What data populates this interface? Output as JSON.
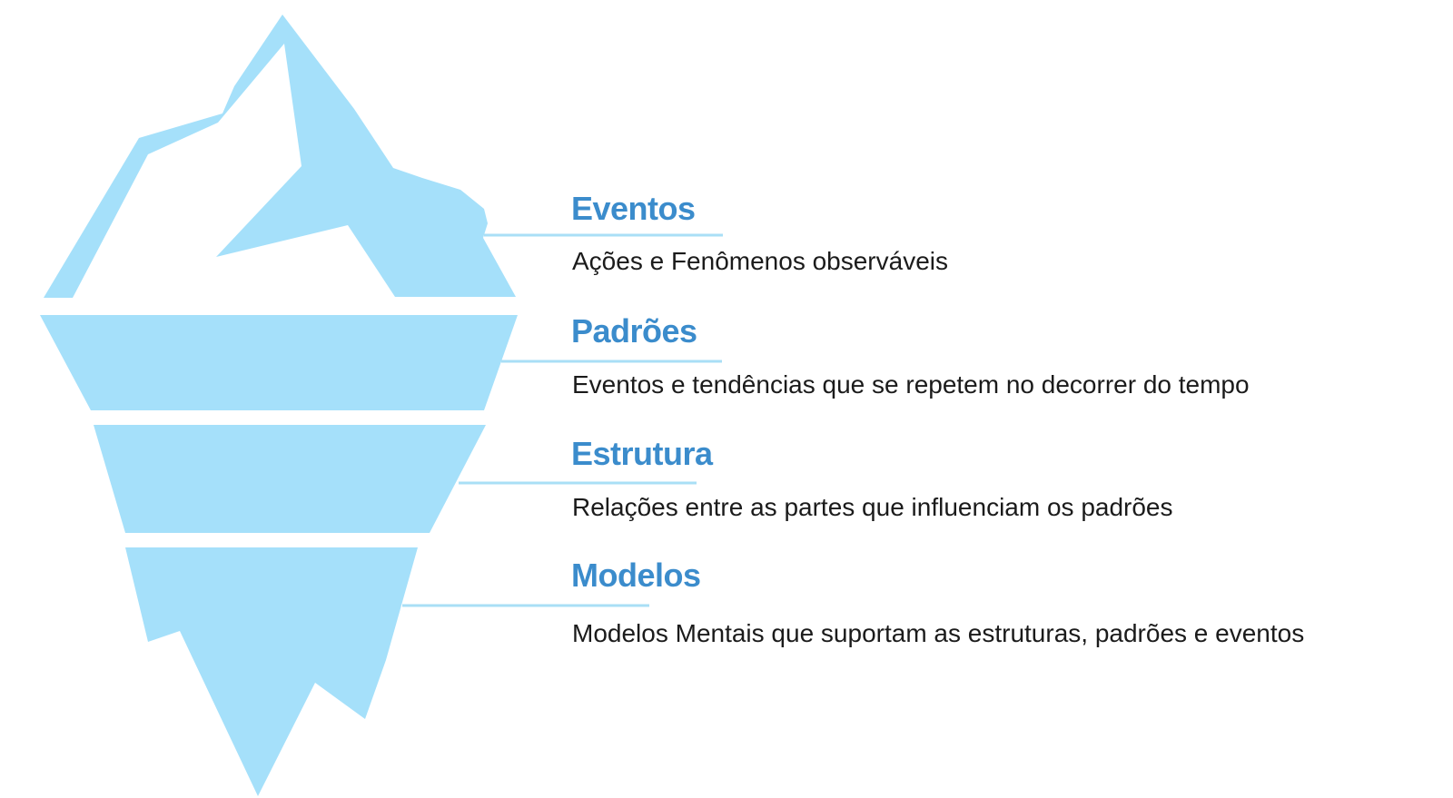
{
  "figure": {
    "type": "iceberg-systems-thinking-model",
    "language": "pt-BR"
  },
  "theme": {
    "iceberg_fill": "#A5E0FA",
    "connector_line": "#A9DFF6",
    "title_color": "#3B8CCC",
    "desc_color": "#1B1B1B",
    "background": "#FFFFFF"
  },
  "sections": [
    {
      "id": "eventos",
      "title": "Eventos",
      "description": "Ações e Fenômenos observáveis"
    },
    {
      "id": "padroes",
      "title": "Padrões",
      "description": "Eventos e tendências que se repetem no decorrer do tempo"
    },
    {
      "id": "estrutura",
      "title": "Estrutura",
      "description": "Relações entre as partes que influenciam os padrões"
    },
    {
      "id": "modelos",
      "title": "Modelos",
      "description": "Modelos Mentais que suportam as estruturas, padrões e eventos"
    }
  ]
}
